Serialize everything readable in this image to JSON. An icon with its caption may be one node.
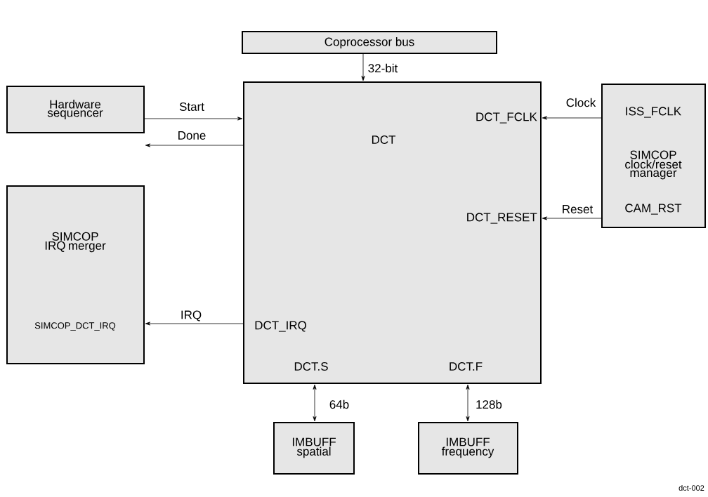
{
  "diagram": {
    "nodes": [
      {
        "text": [
          "Coprocessor bus"
        ]
      },
      {
        "text": [
          "Hardware sequencer"
        ]
      },
      {
        "text": [
          "DCT",
          "DCT_FCLK",
          "DCT_RESET",
          "DCT_IRQ",
          "DCT.S",
          "DCT.F"
        ]
      },
      {
        "text": [
          "ISS_FCLK",
          "SIMCOP clock/reset manager",
          "CAM_RST"
        ]
      },
      {
        "text": [
          "SIMCOP IRQ merger",
          "SIMCOP_DCT_IRQ"
        ]
      },
      {
        "text": [
          "IMBUFF spatial"
        ]
      },
      {
        "text": [
          "IMBUFF frequency"
        ]
      }
    ],
    "edges": [
      {
        "from": 0,
        "to": 2,
        "arrow": "to",
        "label": "32-bit"
      },
      {
        "from": 1,
        "to": 2,
        "arrow": "to",
        "label": "Start"
      },
      {
        "from": 2,
        "to": 1,
        "arrow": "to",
        "label": "Done"
      },
      {
        "from": 3,
        "to": 2,
        "arrow": "to",
        "label": "Clock"
      },
      {
        "from": 3,
        "to": 2,
        "arrow": "to",
        "label": "Reset"
      },
      {
        "from": 2,
        "to": 4,
        "arrow": "to",
        "label": "IRQ"
      },
      {
        "from": 2,
        "to": 5,
        "arrow": "both",
        "label": "64b"
      },
      {
        "from": 2,
        "to": 6,
        "arrow": "both",
        "label": "128b"
      }
    ],
    "labels": [
      "dct-002"
    ]
  }
}
